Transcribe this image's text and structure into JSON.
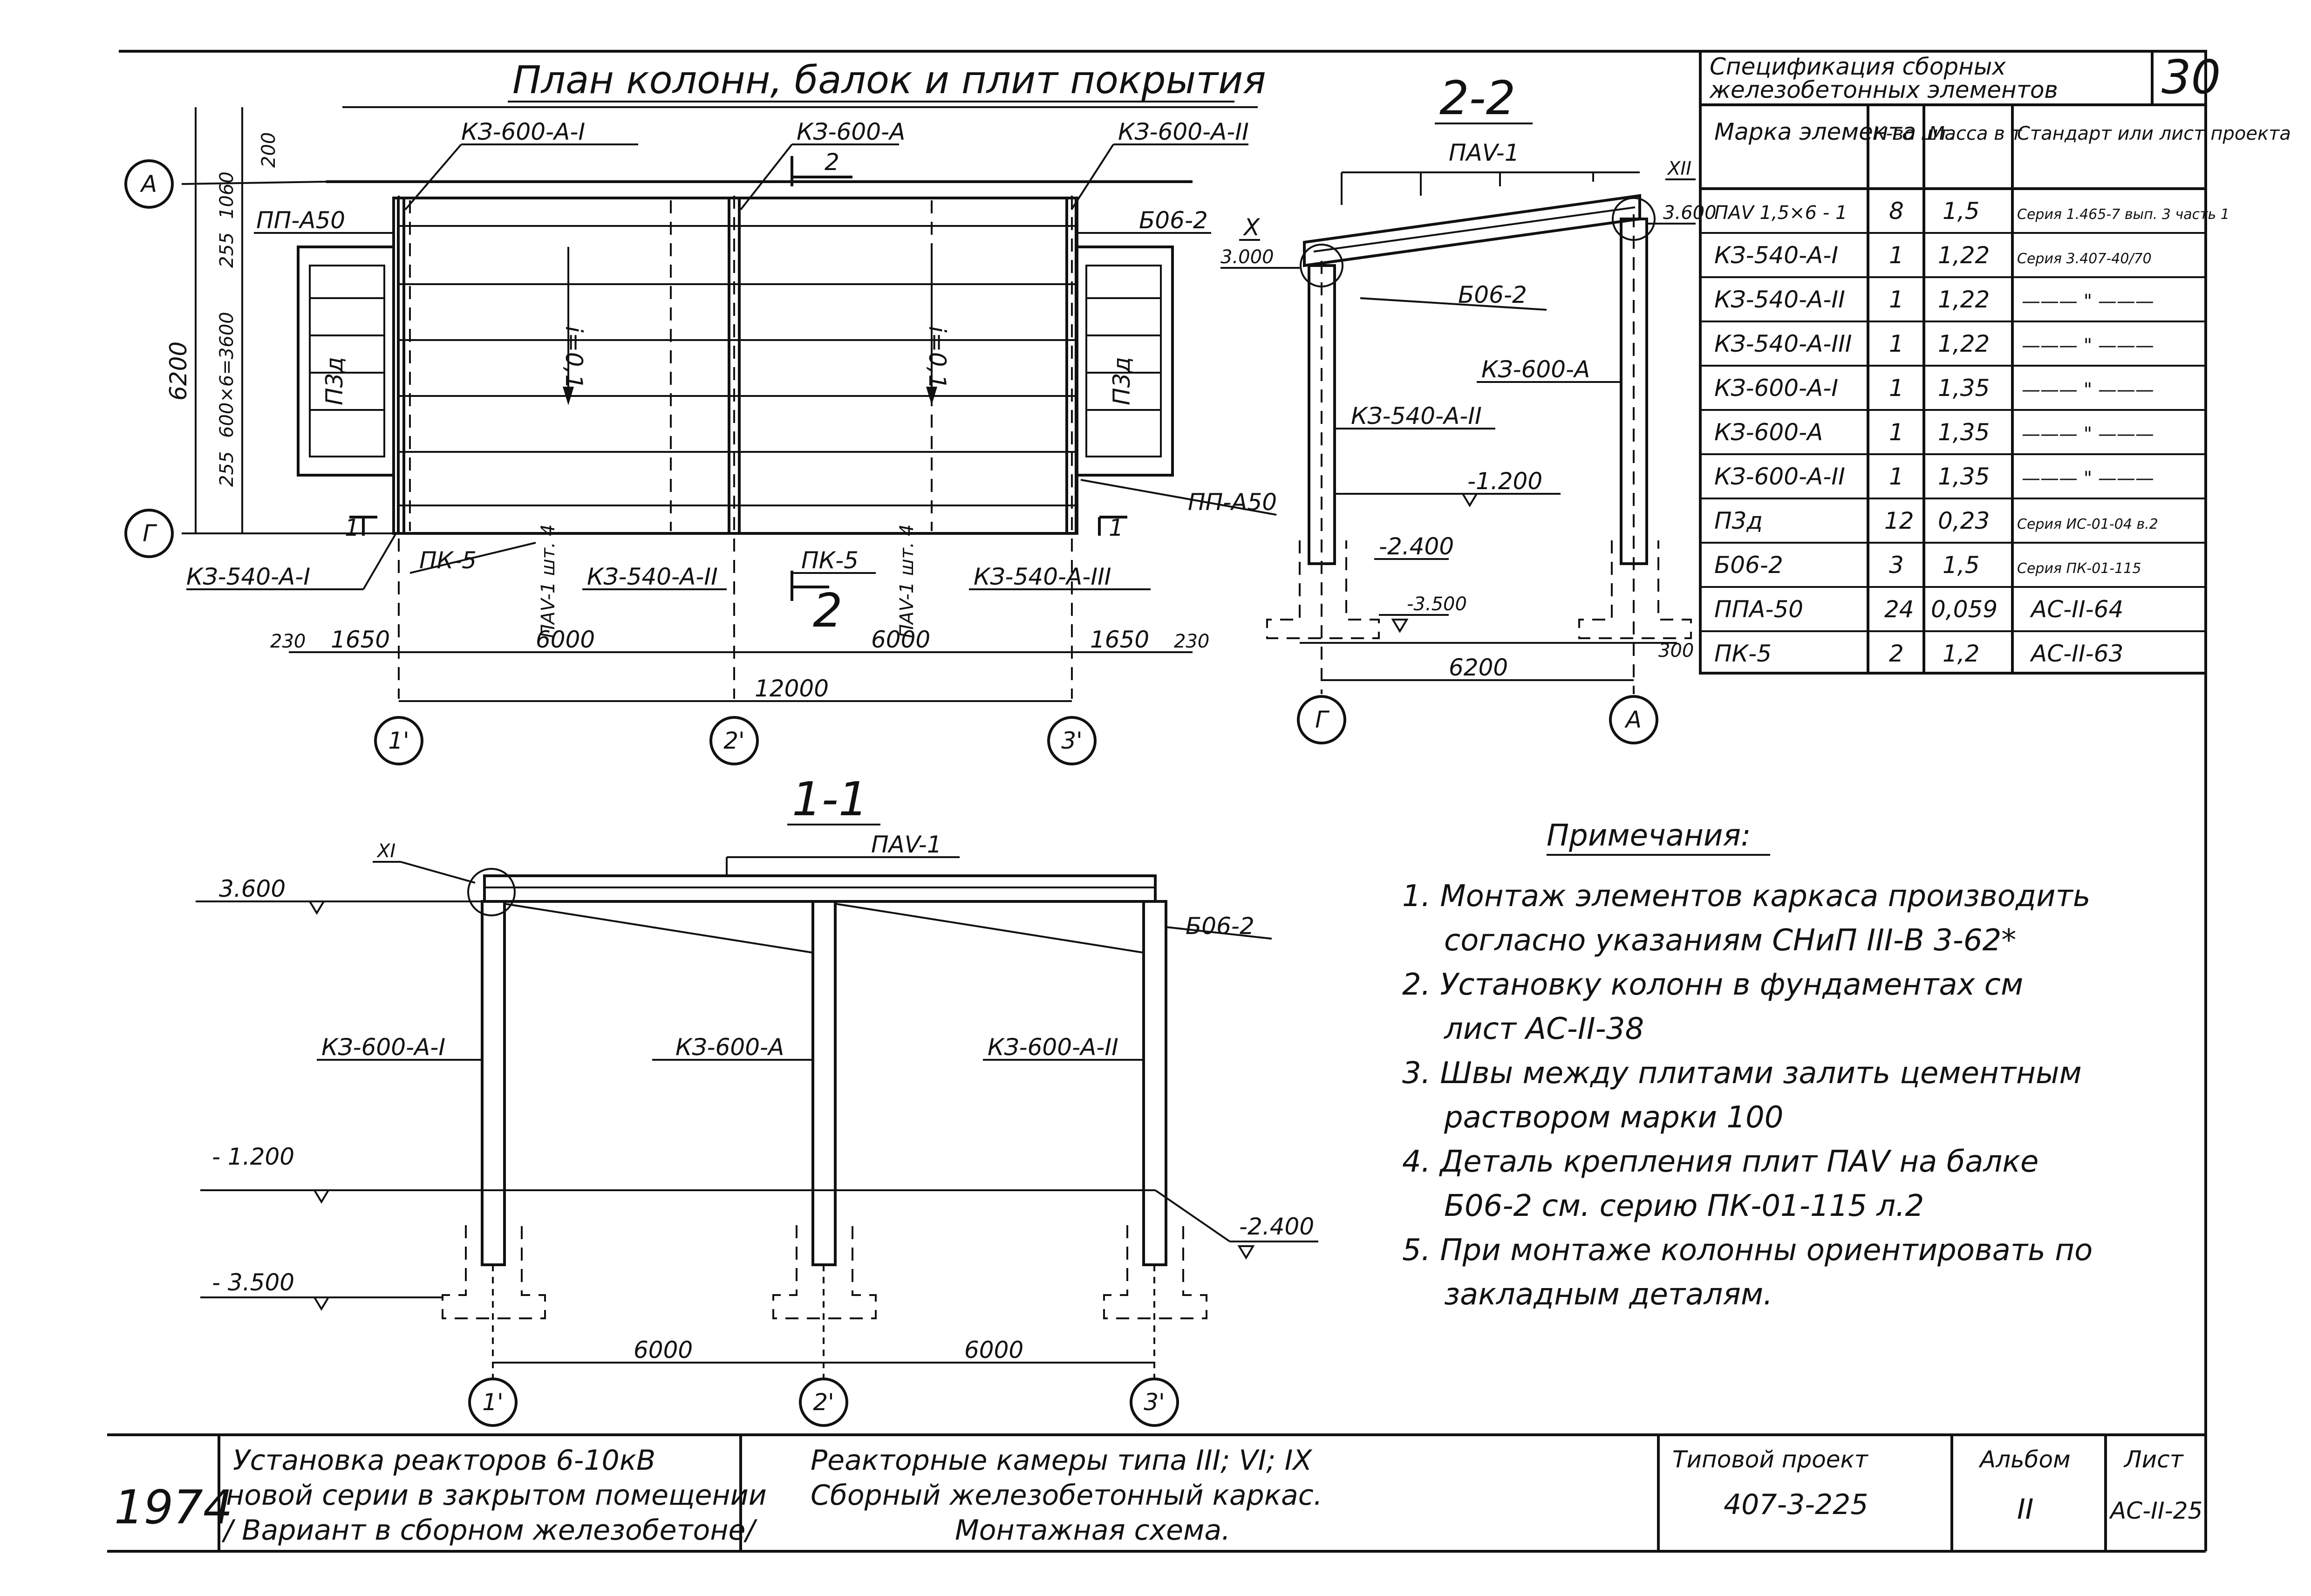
{
  "sheet_number": "30",
  "plan": {
    "title": "План колонн, балок и плит покрытия",
    "axes": {
      "A": "А",
      "G": "Г",
      "c1": "1'",
      "c2": "2'",
      "c3": "3'"
    },
    "col_labels": {
      "top1": "КЗ-600-А-I",
      "top2": "КЗ-600-А",
      "top3": "КЗ-600-А-II",
      "bot1": "КЗ-540-А-I",
      "bot2": "КЗ-540-А-II",
      "bot3": "КЗ-540-А-III"
    },
    "beam_label": "Б06-2",
    "pp_top": "ПП-А50",
    "pp_bot": "ПП-А50",
    "p3g": "П3д",
    "pk5": "ПК-5",
    "slope": "i=0,1",
    "slab_note": "ПАV-1 шт. 4",
    "section_mark_1": "1",
    "section_mark_2": "2",
    "dims": {
      "d200": "200",
      "d1060": "1060",
      "d255": "255",
      "d3600": "600×6=3600",
      "d6200": "6200",
      "d230": "230",
      "d1650": "1650",
      "d6000": "6000",
      "d12000": "12000"
    }
  },
  "section22": {
    "title": "2-2",
    "slab": "ПАV-1",
    "beam": "Б06-2",
    "col_a": "КЗ-600-А",
    "col_b": "КЗ-540-А-II",
    "detail_x": "X",
    "detail_xii": "XII",
    "lv_3600": "3.600",
    "lv_3000": "3.000",
    "lv_m1200": "-1.200",
    "lv_m2400": "-2.400",
    "lv_m3500": "-3.500",
    "dim_6200": "6200",
    "dim_300": "300",
    "axis_g": "Г",
    "axis_a": "А"
  },
  "section11": {
    "title": "1-1",
    "slab": "ПАV-1",
    "beam": "Б06-2",
    "detail_xi": "XI",
    "col1": "КЗ-600-А-I",
    "col2": "КЗ-600-А",
    "col3": "КЗ-600-А-II",
    "lv_3600": "3.600",
    "lv_m1200": "- 1.200",
    "lv_m2400": "-2.400",
    "lv_m3500": "- 3.500",
    "dim_a": "6000",
    "dim_b": "6000",
    "axis1": "1'",
    "axis2": "2'",
    "axis3": "3'"
  },
  "spec": {
    "title_line1": "Спецификация   сборных",
    "title_line2": "железобетонных   элементов",
    "headers": {
      "mark": "Марка элемента",
      "qty": "К-во шт.",
      "mass": "Масса в т",
      "std": "Стандарт или лист проекта"
    },
    "rows": [
      {
        "mark": "ПАV 1,5×6 - 1",
        "qty": "8",
        "mass": "1,5",
        "std": "Серия 1.465-7 вып. 3 часть 1"
      },
      {
        "mark": "КЗ-540-А-I",
        "qty": "1",
        "mass": "1,22",
        "std": "Серия 3.407-40/70"
      },
      {
        "mark": "КЗ-540-А-II",
        "qty": "1",
        "mass": "1,22",
        "std": "——— \" ———"
      },
      {
        "mark": "КЗ-540-А-III",
        "qty": "1",
        "mass": "1,22",
        "std": "——— \" ———"
      },
      {
        "mark": "КЗ-600-А-I",
        "qty": "1",
        "mass": "1,35",
        "std": "——— \" ———"
      },
      {
        "mark": "КЗ-600-А",
        "qty": "1",
        "mass": "1,35",
        "std": "——— \" ———"
      },
      {
        "mark": "КЗ-600-А-II",
        "qty": "1",
        "mass": "1,35",
        "std": "——— \" ———"
      },
      {
        "mark": "П3д",
        "qty": "12",
        "mass": "0,23",
        "std": "Серия ИС-01-04 в.2"
      },
      {
        "mark": "Б06-2",
        "qty": "3",
        "mass": "1,5",
        "std": "Серия ПК-01-115"
      },
      {
        "mark": "ППА-50",
        "qty": "24",
        "mass": "0,059",
        "std": "АС-II-64"
      },
      {
        "mark": "ПК-5",
        "qty": "2",
        "mass": "1,2",
        "std": "АС-II-63"
      }
    ]
  },
  "notes": {
    "title": "Примечания:",
    "items": [
      "1. Монтаж элементов каркаса производить",
      "согласно указаниям СНиП III-В 3-62*",
      "2. Установку колонн в фундаментах см",
      "лист АС-II-38",
      "3. Швы между плитами залить цементным",
      "раствором марки 100",
      "4. Деталь крепления плит ПАV на балке",
      "Б06-2 см. серию ПК-01-115 л.2",
      "5. При монтаже колонны ориентировать по",
      "закладным деталям."
    ]
  },
  "title_block": {
    "year": "1974",
    "project_line1": "Установка реакторов 6-10кВ",
    "project_line2": "новой серии в закрытом помещении",
    "project_line3": "/ Вариант в сборном железобетоне/",
    "desc_line1": "Реакторные камеры типа III; VI; IX",
    "desc_line2": "Сборный железобетонный каркас.",
    "desc_line3": "Монтажная схема.",
    "typical_label": "Типовой проект",
    "typical_value": "407-3-225",
    "album_label": "Альбом",
    "album_value": "II",
    "sheet_label": "Лист",
    "sheet_value": "АС-II-25"
  }
}
